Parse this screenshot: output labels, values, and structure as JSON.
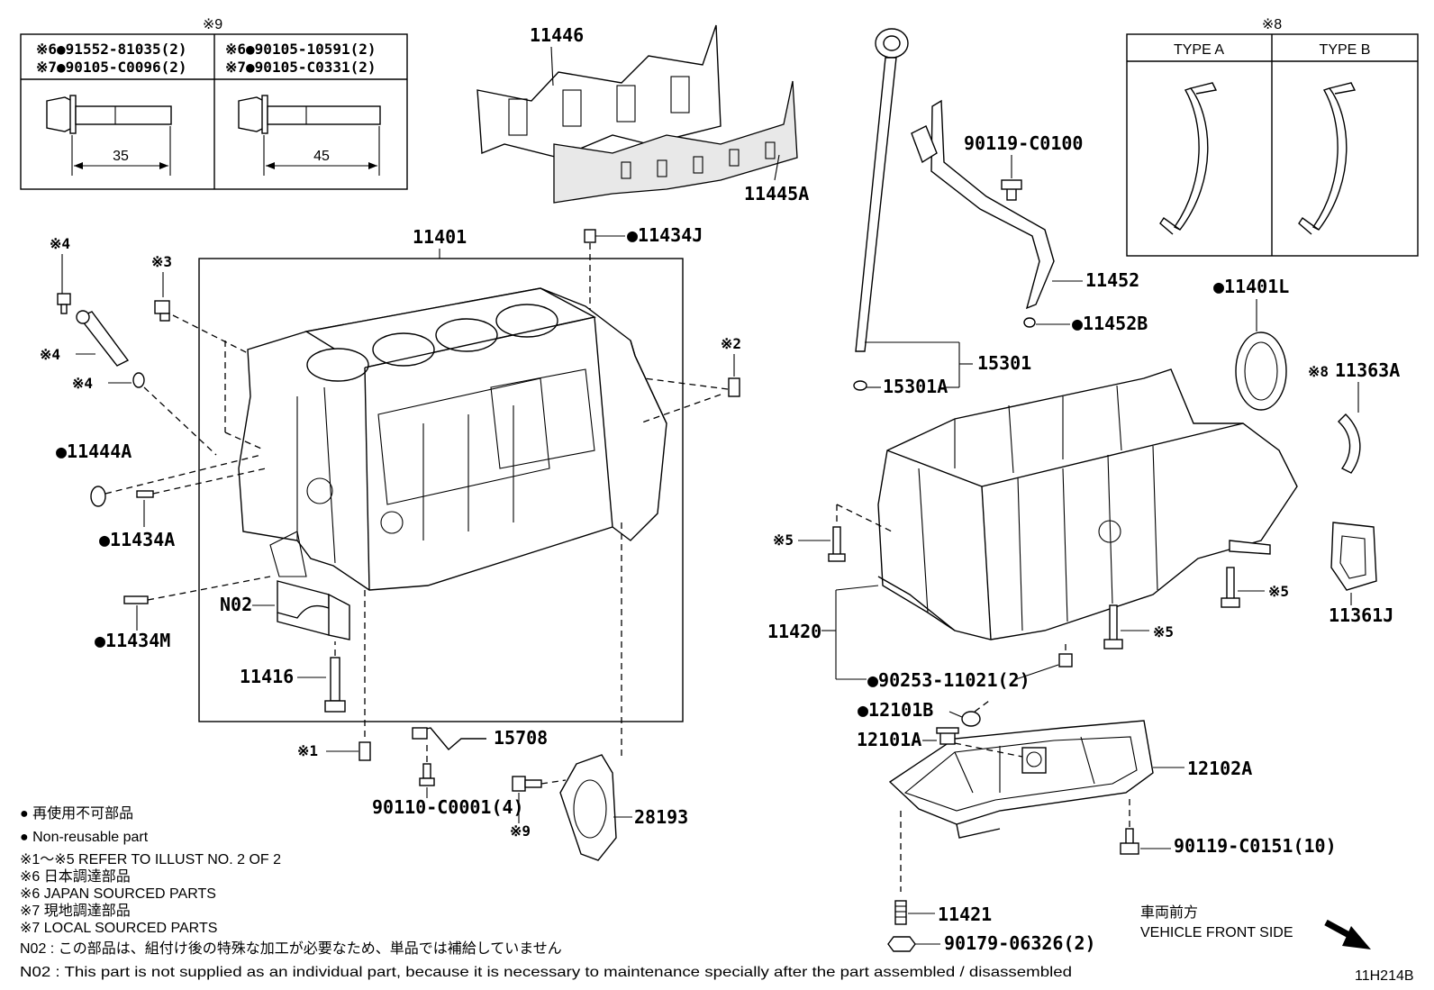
{
  "bolt_table": {
    "title": "※9",
    "col1_line1": "※6●91552-81035(2)",
    "col1_line2": "※7●90105-C0096(2)",
    "col1_dim": "35",
    "col2_line1": "※6●90105-10591(2)",
    "col2_line2": "※7●90105-C0331(2)",
    "col2_dim": "45"
  },
  "type_table": {
    "title": "※8",
    "type_a": "TYPE A",
    "type_b": "TYPE B"
  },
  "parts": {
    "p11446": "11446",
    "p11445A": "11445A",
    "p11401": "11401",
    "p11434J": "●11434J",
    "mark4a": "※4",
    "mark4b": "※4",
    "mark4c": "※4",
    "mark3": "※3",
    "mark2": "※2",
    "p11444A": "●11444A",
    "p11434A": "●11434A",
    "pN02": "N02",
    "p11434M": "●11434M",
    "p11416": "11416",
    "mark1": "※1",
    "p15708": "15708",
    "p90110": "90110-C0001(4)",
    "mark9": "※9",
    "p28193": "28193",
    "p90119_100": "90119-C0100",
    "p11452": "11452",
    "p11452B": "●11452B",
    "p15301": "15301",
    "p15301A": "15301A",
    "p11401L": "●11401L",
    "p11363A": "11363A",
    "mark8": "※8",
    "mark5a": "※5",
    "mark5b": "※5",
    "mark5c": "※5",
    "p11361J": "11361J",
    "p11420": "11420",
    "p90253": "●90253-11021(2)",
    "p12101B": "●12101B",
    "p12101A": "12101A",
    "p12102A": "12102A",
    "p90119_151": "90119-C0151(10)",
    "p11421": "11421",
    "p90179": "90179-06326(2)"
  },
  "legend": {
    "l1": "●  再使用不可部品",
    "l2": "●  Non-reusable part",
    "l3": "※1～※5  REFER TO ILLUST NO. 2 OF 2",
    "l4": "※6  日本調達部品",
    "l5": "※6  JAPAN SOURCED PARTS",
    "l6": "※7  現地調達部品",
    "l7": "※7  LOCAL SOURCED PARTS",
    "l8": "N02 : この部品は、組付け後の特殊な加工が必要なため、単品では補給していません",
    "l9": "N02 : This part is not supplied as an individual part, because it is necessary to maintenance specially after the part assembled / disassembled"
  },
  "front": {
    "jp": "車両前方",
    "en": "VEHICLE FRONT SIDE"
  },
  "illust_id": "11H214B"
}
